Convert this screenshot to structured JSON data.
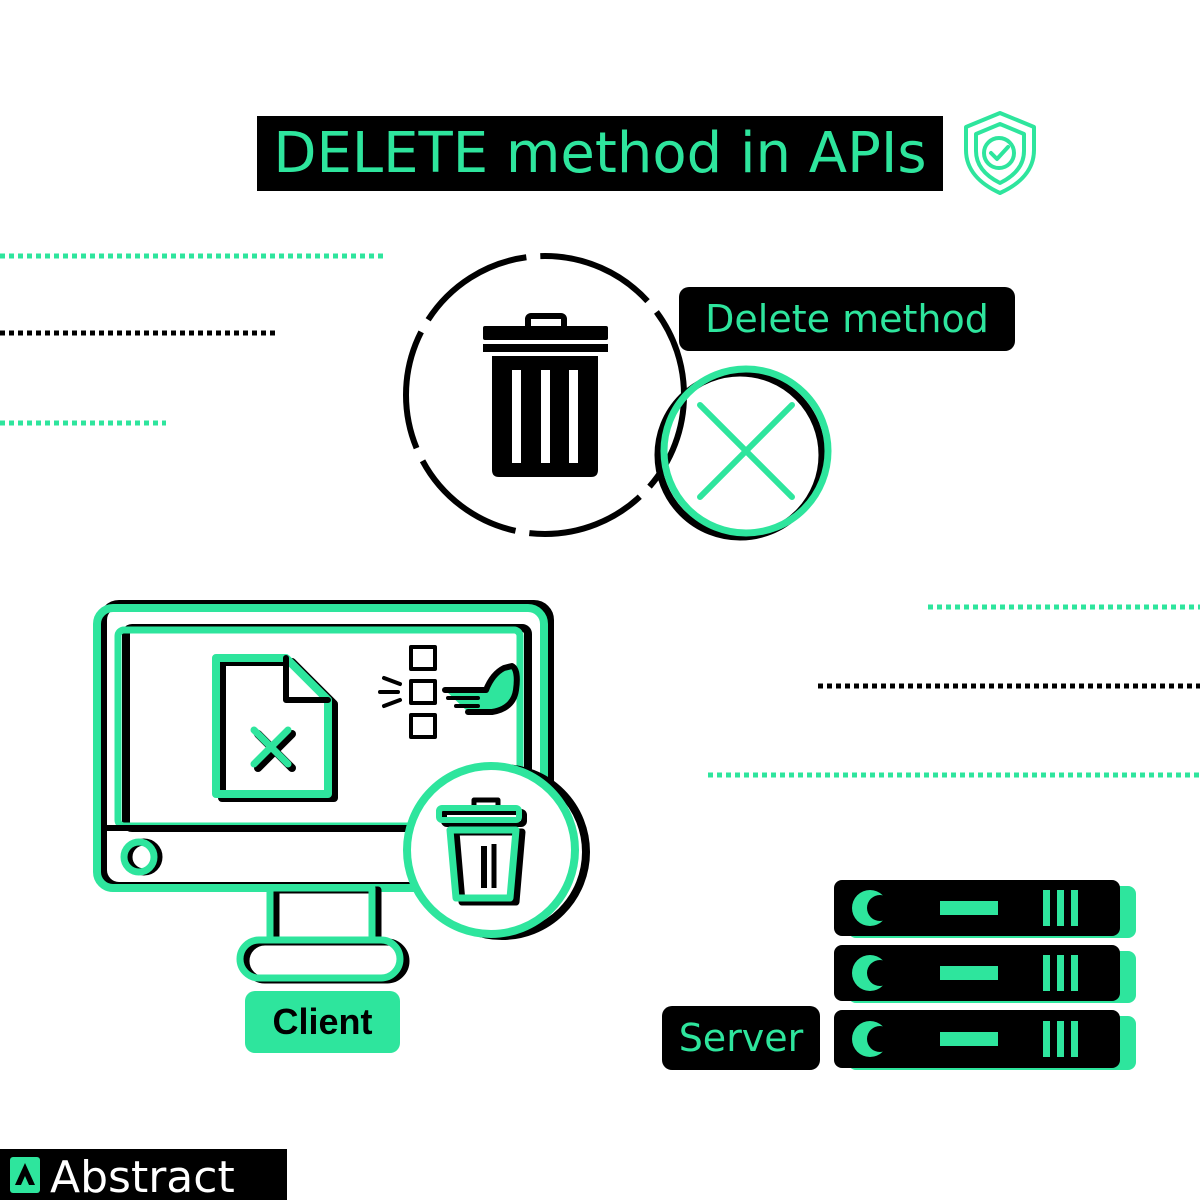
{
  "diagram": {
    "title": "DELETE method in APIs",
    "delete_label": "Delete method",
    "client_label": "Client",
    "server_label": "Server",
    "brand_name": "Abstract"
  },
  "icons": {
    "title_badge": "shield-check-icon",
    "delete_action": "trash-can-icon",
    "cancel_mark": "circle-x-icon",
    "client_device": "monitor-icon",
    "document": "file-x-icon",
    "checklist": "checklist-pointer-icon",
    "client_trash": "small-trash-icon",
    "server_stack": "server-rack-icon",
    "brand_logo": "abstract-logo-icon"
  },
  "colors": {
    "accent": "#2ee59d",
    "ink": "#000000",
    "background": "#ffffff"
  }
}
